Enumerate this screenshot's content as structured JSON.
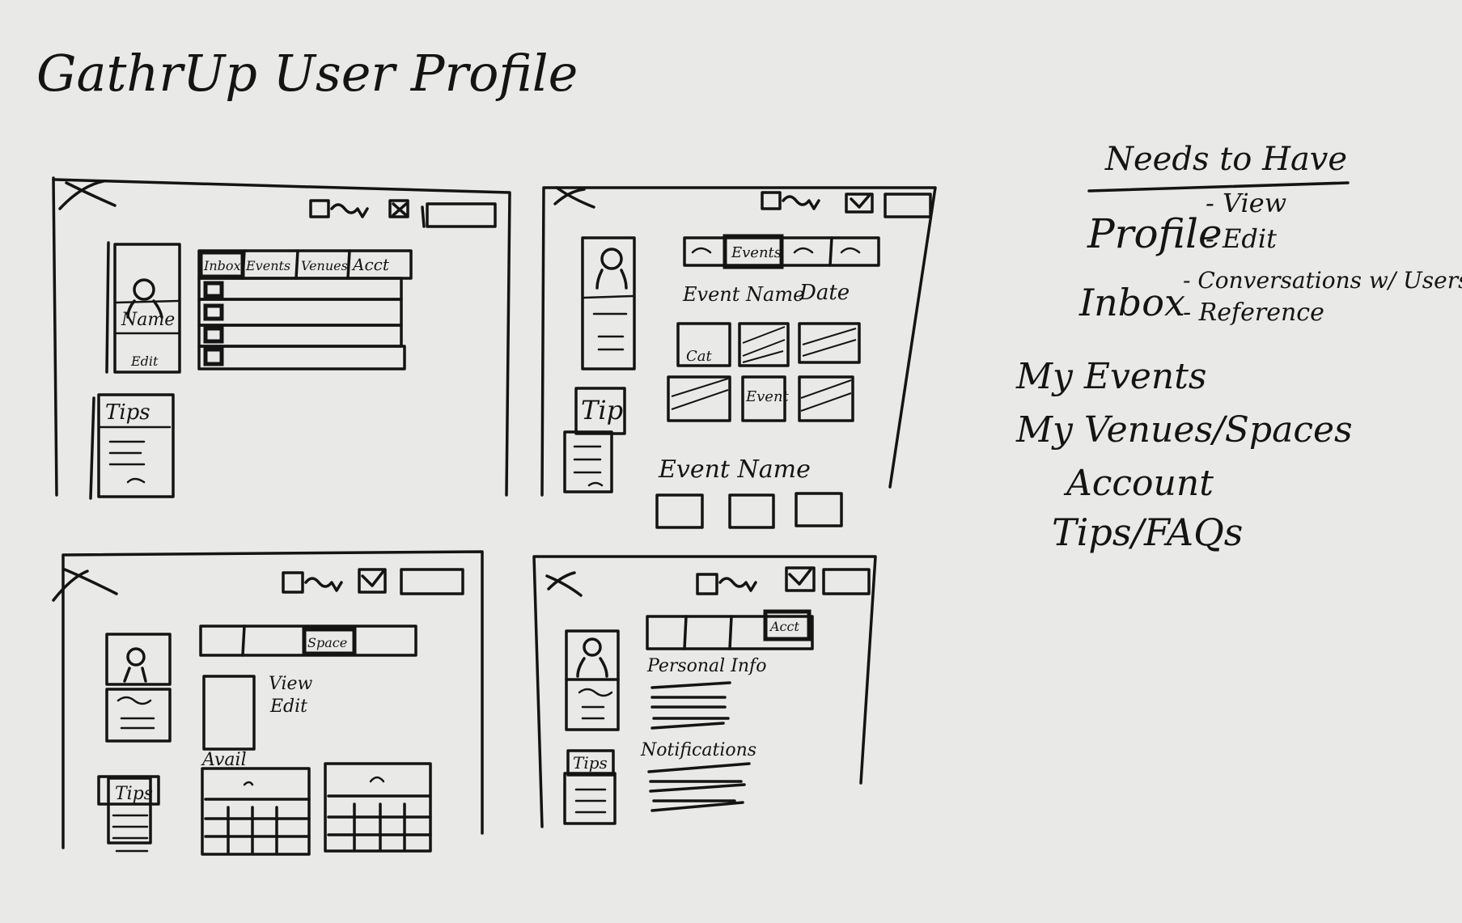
{
  "title": "GathrUp User Profile",
  "notes": {
    "heading": "Needs to Have",
    "profile_label": "Profile",
    "profile_view": "- View",
    "profile_edit": "- Edit",
    "inbox_label": "Inbox",
    "inbox_conversations": "- Conversations w/ Users",
    "inbox_reference": "- Reference",
    "my_events": "My Events",
    "my_venues": "My Venues/Spaces",
    "account": "Account",
    "tips": "Tips/FAQs"
  },
  "sketch1": {
    "name_label": "Name",
    "edit_label": "Edit",
    "tips_label": "Tips",
    "tabs": [
      "Inbox",
      "Events",
      "Venues",
      "Acct"
    ]
  },
  "sketch2": {
    "tip_label": "Tip",
    "tab_active": "Events",
    "event_name_header": "Event Name",
    "date_header": "Date",
    "cat_label": "Cat",
    "events_label": "Event",
    "event_name_label": "Event Name"
  },
  "sketch3": {
    "tab_active": "Space",
    "view_label": "View",
    "edit_label": "Edit",
    "avail_label": "Avail",
    "tips_label": "Tips"
  },
  "sketch4": {
    "tab_active": "Acct",
    "personal_info_label": "Personal Info",
    "notifications_label": "Notifications",
    "tips_label": "Tips"
  }
}
